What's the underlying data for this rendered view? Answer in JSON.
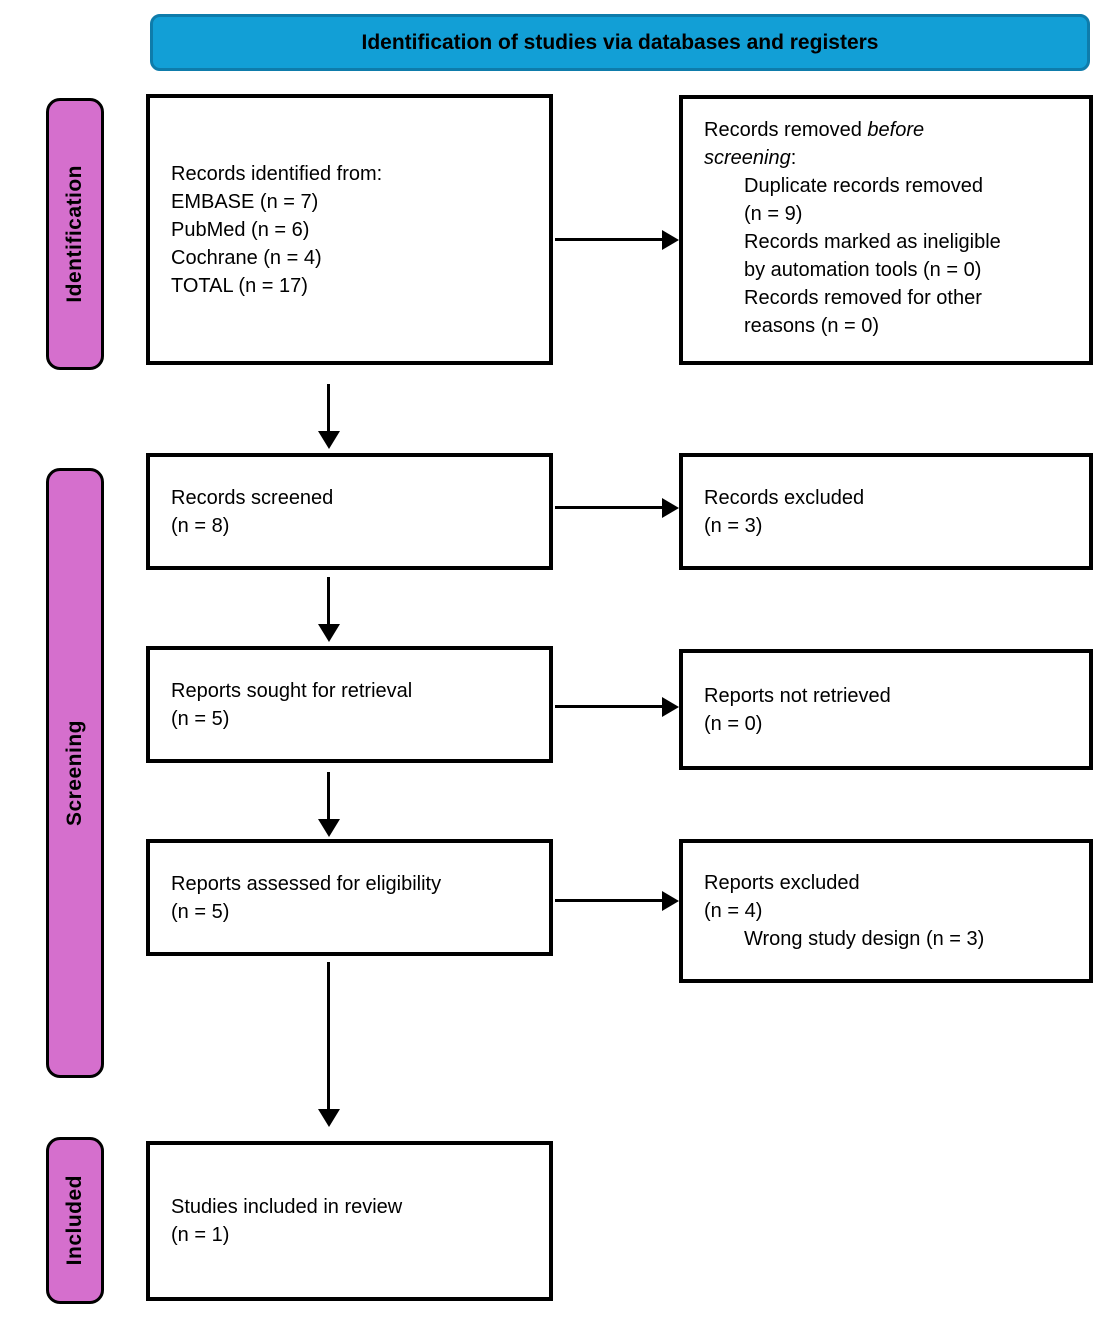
{
  "header": {
    "title": "Identification of studies via databases and registers"
  },
  "colors": {
    "header_bg": "#129fd6",
    "header_border": "#0e7cab",
    "stage_bg": "#d56fcd",
    "stage_border": "#000000",
    "box_border": "#000000",
    "arrow": "#000000"
  },
  "stages": {
    "identification": "Identification",
    "screening": "Screening",
    "included": "Included"
  },
  "boxes": {
    "records_identified": {
      "lines": [
        "Records identified from:",
        "EMBASE (n = 7)",
        "PubMed (n = 6)",
        "Cochrane (n = 4)",
        "TOTAL (n = 17)"
      ]
    },
    "records_removed": {
      "title_line1_pre": "Records removed ",
      "title_line1_italic": "before",
      "title_line2_italic": "screening",
      "title_line2_suffix": ":",
      "item_lines": [
        [
          "Duplicate records removed",
          "(n = 9)"
        ],
        [
          "Records marked as ineligible",
          "by automation tools (n = 0)"
        ],
        [
          "Records removed for other",
          "reasons (n = 0)"
        ]
      ]
    },
    "records_screened": {
      "lines": [
        "Records screened",
        "(n = 8)"
      ]
    },
    "records_excluded": {
      "lines": [
        "Records excluded",
        "(n = 3)"
      ]
    },
    "reports_sought": {
      "lines": [
        "Reports sought for retrieval",
        "(n = 5)"
      ]
    },
    "reports_not_retrieved": {
      "lines": [
        "Reports not retrieved",
        "(n = 0)"
      ]
    },
    "reports_assessed": {
      "lines": [
        "Reports assessed for eligibility",
        "(n = 5)"
      ]
    },
    "reports_excluded": {
      "lines": [
        "Reports excluded",
        "(n = 4)"
      ],
      "items": [
        "Wrong study design (n = 3)"
      ]
    },
    "studies_included": {
      "lines": [
        "Studies included in review",
        "(n = 1)"
      ]
    }
  }
}
